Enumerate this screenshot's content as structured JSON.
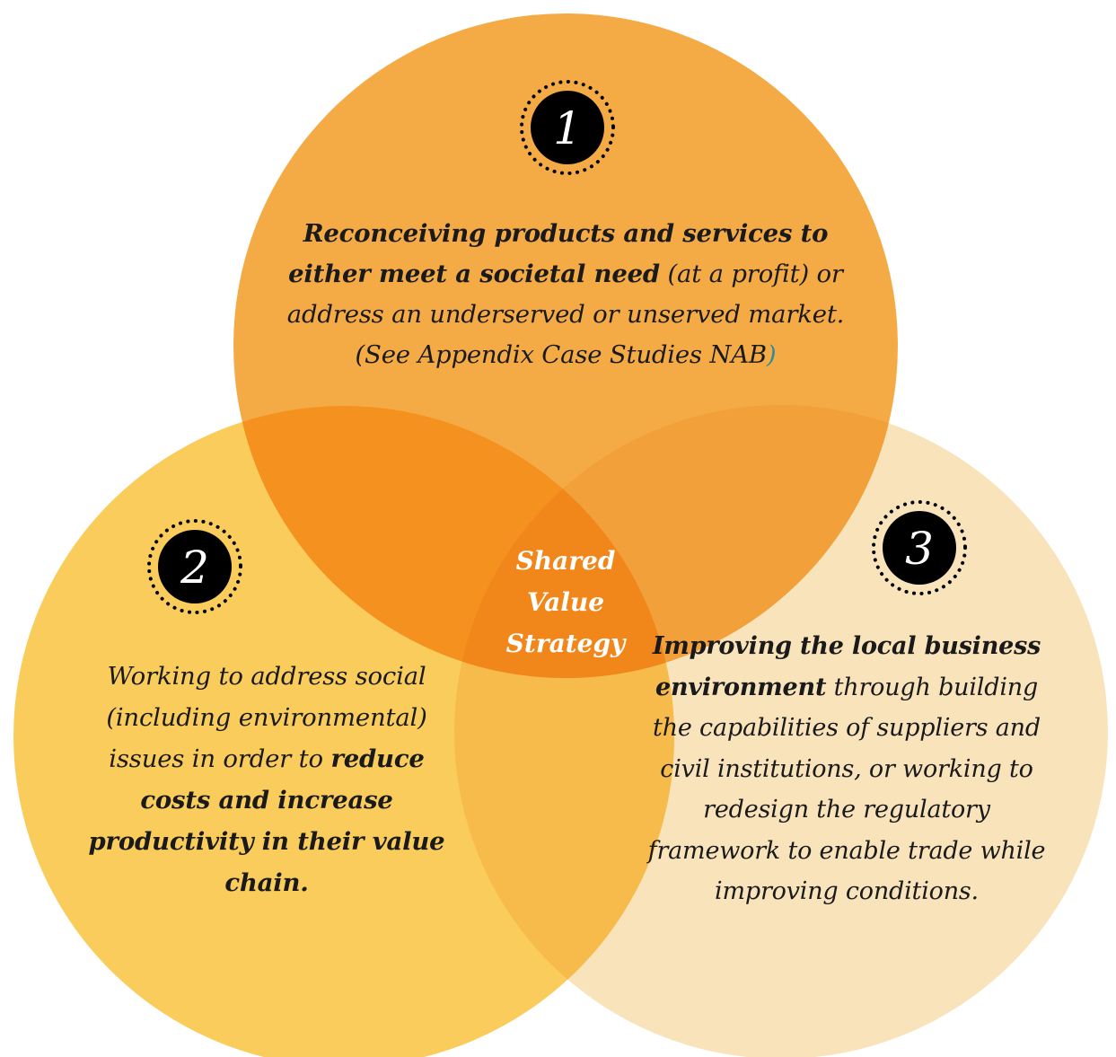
{
  "diagram": {
    "colors": {
      "circle1": "#f5a939",
      "circle2": "#f8c44a",
      "circle3": "#f9dfb1",
      "overlap": "#f28b1a",
      "badge": "#000000",
      "center_text": "#ffffff"
    },
    "center_label": {
      "line1": "Shared",
      "line2": "Value",
      "line3": "Strategy"
    },
    "circles": [
      {
        "badge_number": "1",
        "bold_text": "Reconceiving products and services to either meet a societal need",
        "italic_text": "(at a profit) or address an underserved or unserved market. (See Appendix Case Studies NAB",
        "closing_paren": ")"
      },
      {
        "badge_number": "2",
        "italic_text": "Working to address social (including environmental) issues in order to",
        "bold_text": "reduce costs and increase productivity in their value chain."
      },
      {
        "badge_number": "3",
        "bold_text": "Improving the local business environment",
        "italic_text": "through building the capabilities of suppliers and civil institutions, or working to redesign the regulatory framework to enable trade while improving conditions."
      }
    ]
  }
}
